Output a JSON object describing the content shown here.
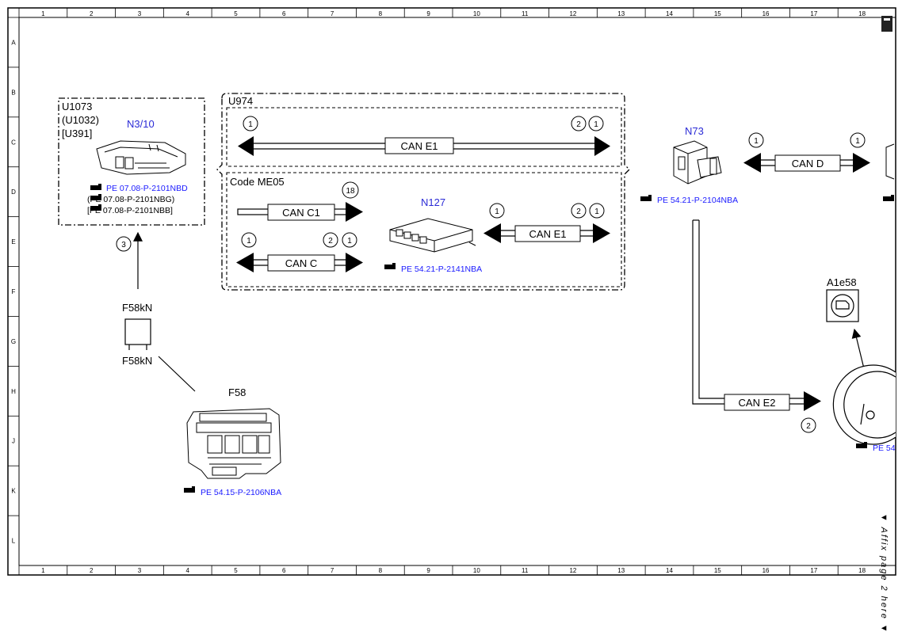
{
  "grid": {
    "columns": [
      "1",
      "2",
      "3",
      "4",
      "5",
      "6",
      "7",
      "8",
      "9",
      "10",
      "11",
      "12",
      "13",
      "14",
      "15",
      "16",
      "17",
      "18"
    ],
    "rows": [
      "A",
      "B",
      "C",
      "D",
      "E",
      "F",
      "G",
      "H",
      "J",
      "K",
      "L"
    ]
  },
  "modules": {
    "u1073": {
      "lines": [
        "U1073",
        "(U1032)",
        "[U391]"
      ],
      "code": "N3/10",
      "refs": [
        "PE 07.08-P-2101NBD",
        "(PE 07.08-P-2101NBG)",
        "[PE 07.08-P-2101NBB]"
      ]
    },
    "u974": {
      "label": "U974"
    },
    "me05": {
      "label": "Code ME05"
    },
    "n127": {
      "code": "N127",
      "ref": "PE 54.21-P-2141NBA"
    },
    "n73": {
      "code": "N73",
      "ref": "PE 54.21-P-2104NBA"
    },
    "a1e58": {
      "code": "A1e58"
    },
    "f58kn": {
      "top": "F58kN",
      "bottom": "F58kN"
    },
    "f58": {
      "code": "F58",
      "ref": "PE 54.15-P-2106NBA"
    },
    "cluster": {
      "ref": "PE 54"
    }
  },
  "buses": {
    "can_e1_top": "CAN E1",
    "can_c1": "CAN C1",
    "can_c": "CAN C",
    "can_e1_n127": "CAN E1",
    "can_d": "CAN D",
    "can_e2": "CAN E2"
  },
  "markers": {
    "c1": "1",
    "c2": "2",
    "c3": "3",
    "c18": "18"
  },
  "side_note": "▼ Affix page 2 here ▼"
}
